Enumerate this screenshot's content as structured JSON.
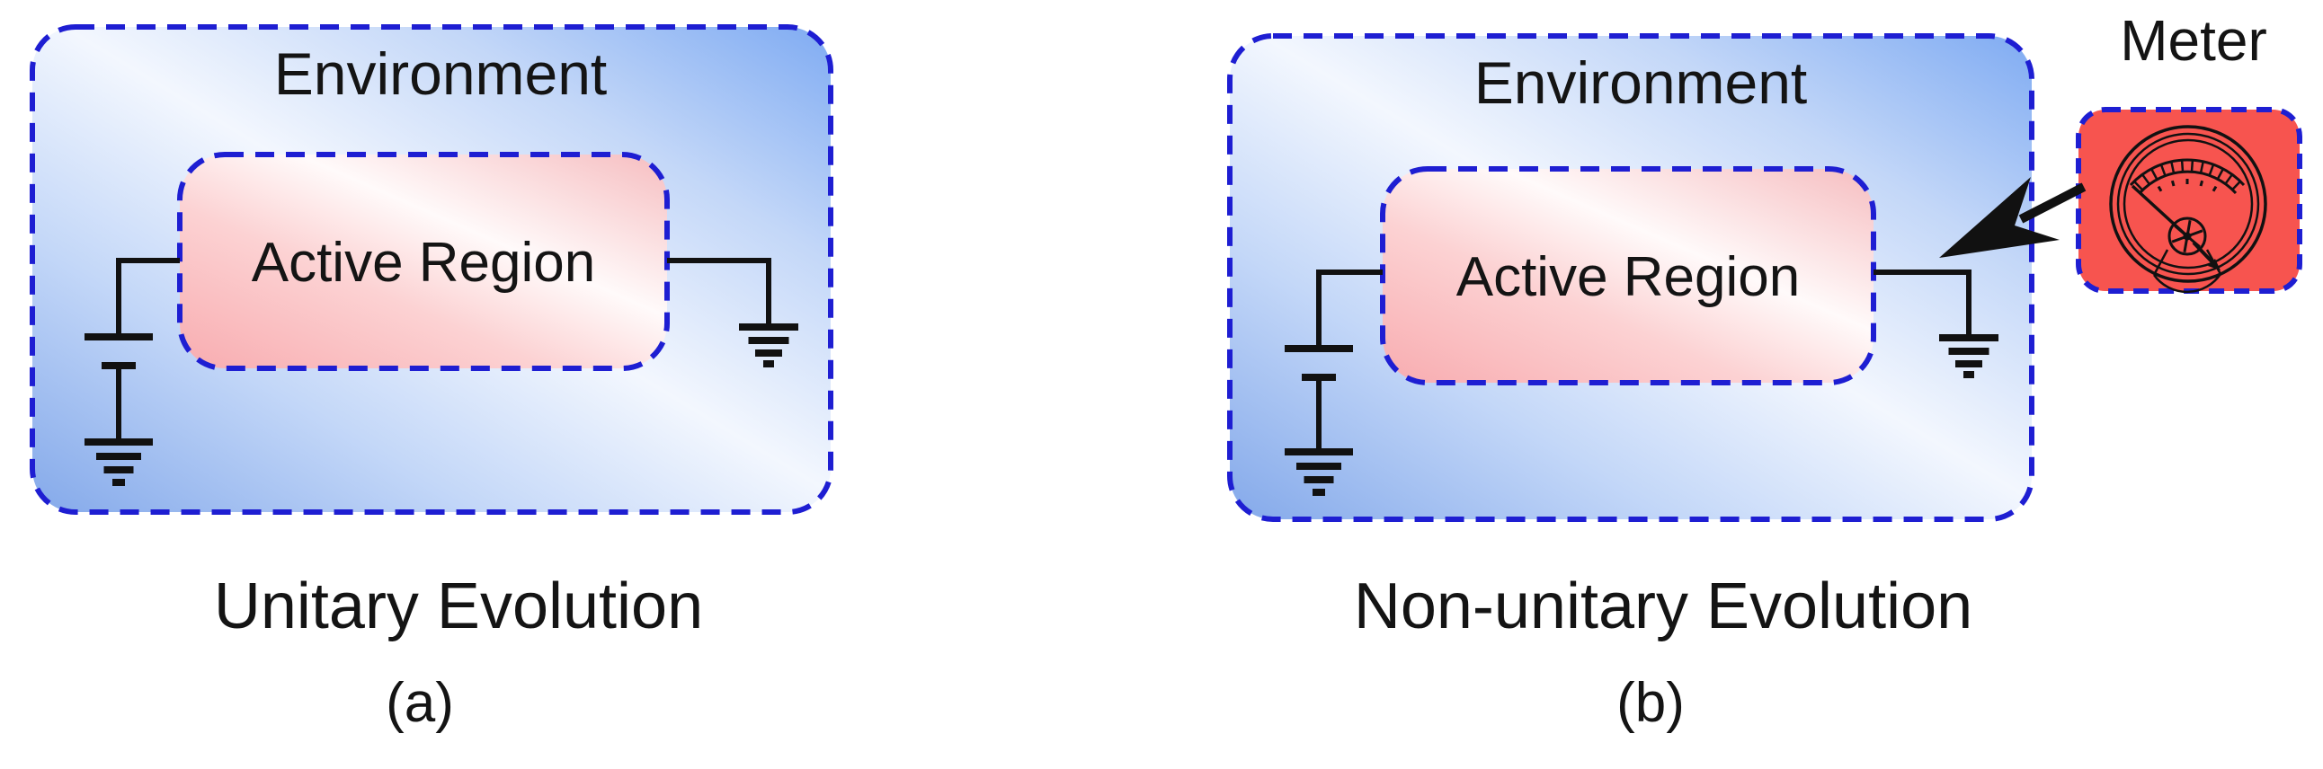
{
  "figure": {
    "type": "open-quantum-system-schematic",
    "panels": {
      "a": {
        "environment_label": "Environment",
        "active_region_label": "Active Region",
        "caption": "Unitary Evolution",
        "tag": "(a)"
      },
      "b": {
        "environment_label": "Environment",
        "active_region_label": "Active Region",
        "caption": "Non-unitary Evolution",
        "tag": "(b)",
        "meter_label": "Meter"
      }
    }
  },
  "icons": {
    "meter": "analog-meter-icon",
    "battery": "battery-icon",
    "ground": "ground-icon",
    "arrow": "measurement-arrow-icon"
  },
  "colors": {
    "dash-blue": "#1e1ed2",
    "wire-black": "#111111",
    "text-black": "#141414",
    "meter-red": "#f7544f",
    "env-edge": "#84a9ea",
    "env-mid": "#c3d7f8",
    "env-light": "#f3f7fe",
    "env-edge2": "#7fabf2",
    "active-edge": "#f8acb0",
    "active-mid": "#fcd2d3",
    "active-light": "#fffafa",
    "active-edge2": "#f6bdc0"
  }
}
